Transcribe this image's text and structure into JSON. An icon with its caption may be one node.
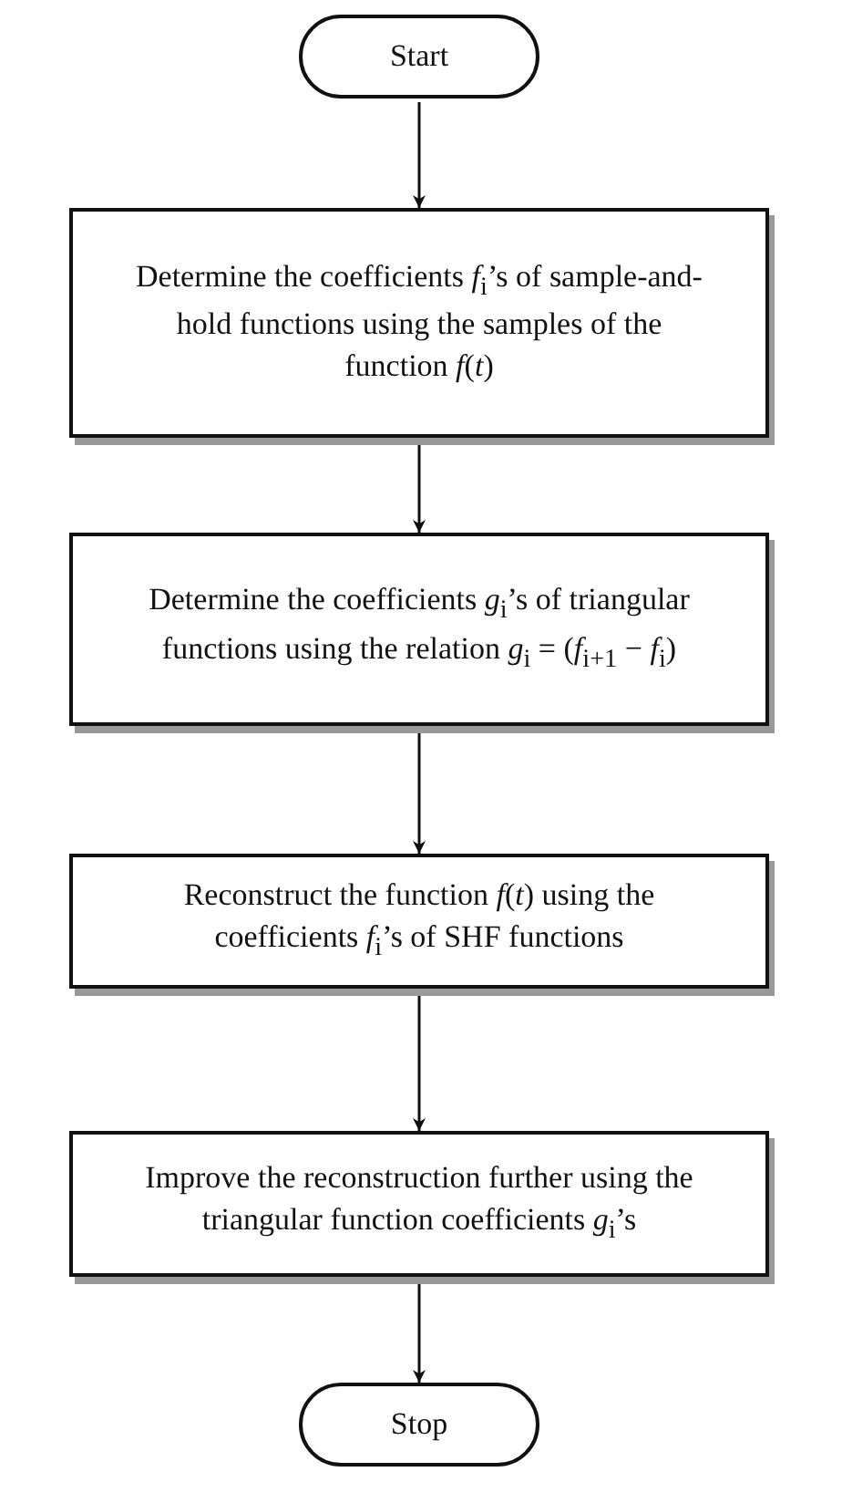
{
  "diagram": {
    "nodes": [
      {
        "text": [
          "Start"
        ]
      },
      {
        "text": [
          "Determine the coefficients *f*$_{i}$’s of sample-and-hold functions using the samples of the function *f*(*t*)"
        ]
      },
      {
        "text": [
          "Determine the coefficients *g*$_{i}$’s of triangular functions using the relation *g*$_{i}$ = (*f*$_{i+1}$ − *f*$_{i}$)"
        ]
      },
      {
        "text": [
          "Reconstruct the function *f*(*t*) using the coefficients *f*$_{i}$’s of SHF functions"
        ]
      },
      {
        "text": [
          "Improve the reconstruction further using the triangular function coefficients *g*$_{i}$’s"
        ]
      },
      {
        "text": [
          "Stop"
        ]
      }
    ],
    "edges": [
      {
        "from": 0,
        "to": 1,
        "arrow": "to"
      },
      {
        "from": 1,
        "to": 2,
        "arrow": "to"
      },
      {
        "from": 2,
        "to": 3,
        "arrow": "to"
      },
      {
        "from": 3,
        "to": 4,
        "arrow": "to"
      },
      {
        "from": 4,
        "to": 5,
        "arrow": "to"
      }
    ]
  }
}
